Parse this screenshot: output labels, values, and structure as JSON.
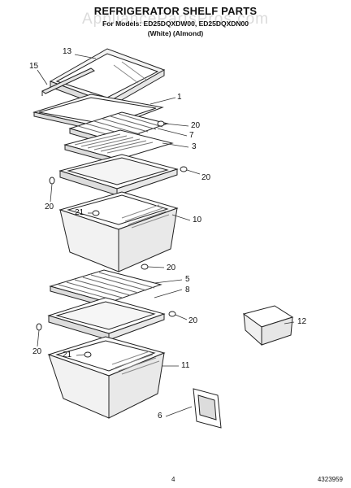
{
  "title": "REFRIGERATOR SHELF PARTS",
  "subtitle_models": "For Models: ED25DQXDW00, ED25DQXDN00",
  "subtitle_colors": "(White)          (Almond)",
  "watermark": "AppliancePartsPros.com",
  "page_number": "4",
  "doc_number": "4323959",
  "callouts": {
    "c13": "13",
    "c15": "15",
    "c1": "1",
    "c20a": "20",
    "c7": "7",
    "c3": "3",
    "c20b": "20",
    "c20c": "20",
    "c21a": "21",
    "c10": "10",
    "c20d": "20",
    "c5": "5",
    "c8": "8",
    "c20e": "20",
    "c20f": "20",
    "c12": "12",
    "c21b": "21",
    "c11": "11",
    "c6": "6"
  }
}
